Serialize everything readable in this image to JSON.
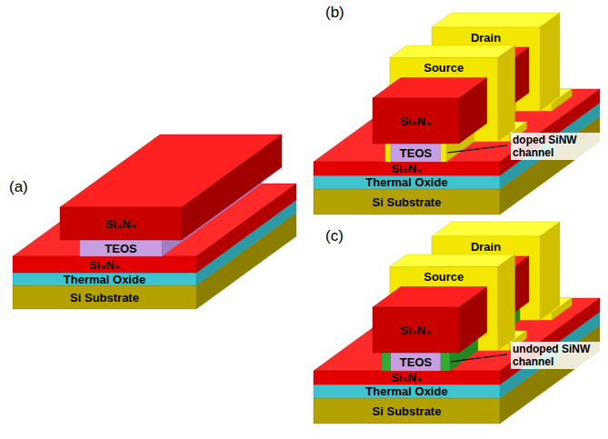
{
  "diagram": {
    "nodes": [
      {
        "text": [
          "Si₃N₄"
        ]
      },
      {
        "text": [
          "TEOS"
        ]
      },
      {
        "text": [
          "Si₃N₄"
        ]
      },
      {
        "text": [
          "Thermal Oxide"
        ]
      },
      {
        "text": [
          "Si Substrate"
        ]
      },
      {
        "text": [
          "Drain"
        ]
      },
      {
        "text": [
          "Source"
        ]
      },
      {
        "text": [
          "Si₃N₄"
        ]
      },
      {
        "text": [
          "TEOS"
        ]
      },
      {
        "text": [
          "Si₃N₄"
        ]
      },
      {
        "text": [
          "Thermal Oxide"
        ]
      },
      {
        "text": [
          "Si Substrate"
        ]
      },
      {
        "text": [
          "Drain"
        ]
      },
      {
        "text": [
          "Source"
        ]
      },
      {
        "text": [
          "Si₃N₄"
        ]
      },
      {
        "text": [
          "TEOS"
        ]
      },
      {
        "text": [
          "Si₃N₄"
        ]
      },
      {
        "text": [
          "Thermal Oxide"
        ]
      },
      {
        "text": [
          "Si Substrate"
        ]
      }
    ],
    "labels": [
      "(a)",
      "(b)",
      "doped SiNW channel",
      "(c)",
      "undoped SiNW channel"
    ]
  }
}
